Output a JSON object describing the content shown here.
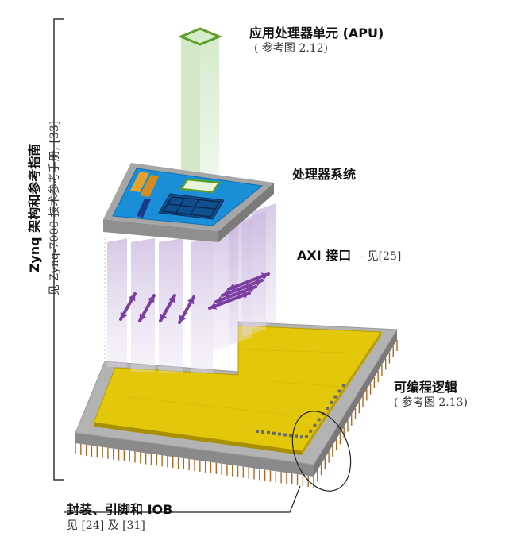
{
  "labels": {
    "apu_title": "应用处理器单元 (APU)",
    "apu_ref": "( 参考图 2.12)",
    "ps_title": "处理器系统",
    "axi_title": "AXI 接口",
    "axi_ref": "- 见[25]",
    "pl_title": "可编程逻辑",
    "pl_ref": "( 参考图 2.13)",
    "pkg_title": "封装、引脚和 IOB",
    "pkg_ref": "见 [24] 及 [31]",
    "side_title": "Zynq 架构和参考指南",
    "side_ref": "见 Zynq-7000 技术参考手册, [33]"
  },
  "colors": {
    "blue_board": "#1a8fd8",
    "gray_platform": "#9d9d9d",
    "yellow_logic": "#e2c70a",
    "purple_arrows": "#7a3fa0",
    "green_apu": "#8cc63f"
  }
}
